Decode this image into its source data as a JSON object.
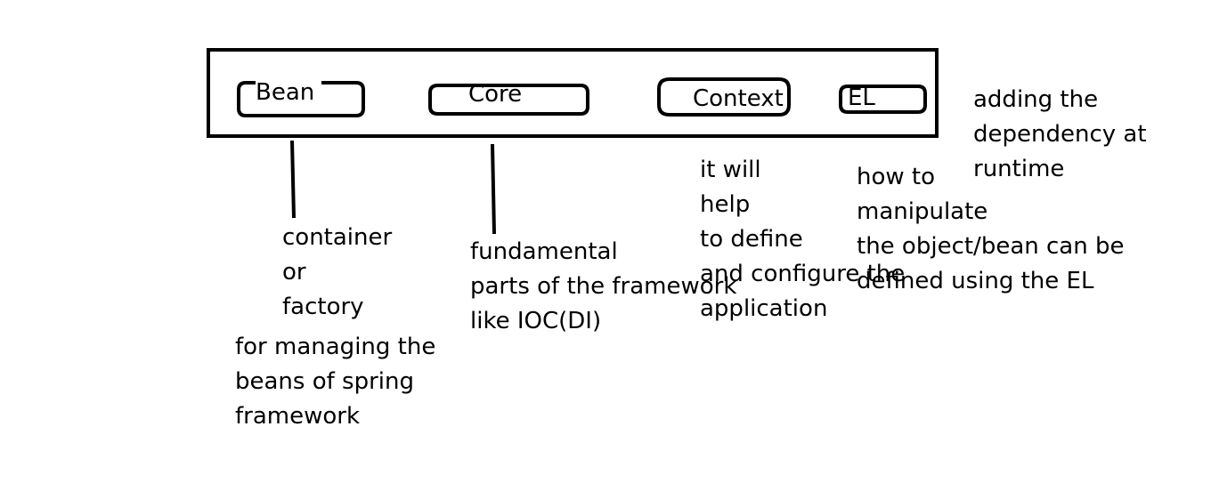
{
  "modules": {
    "bean": "Bean",
    "core": "Core",
    "context": "Context",
    "el": "EL"
  },
  "notes": {
    "bean_container": [
      "container",
      "or",
      "factory"
    ],
    "bean_managing": [
      "for managing the",
      "beans of spring",
      "framework"
    ],
    "core": [
      "fundamental",
      "parts of the framework",
      "like IOC(DI)"
    ],
    "context": [
      "it will",
      "help",
      "to define",
      "and configure the",
      "application"
    ],
    "el": [
      "how to",
      "manipulate",
      "the object/bean can be",
      "defined using the EL"
    ],
    "runtime": [
      "adding the",
      "dependency at",
      "runtime"
    ]
  },
  "colors": {
    "ink": "#000000",
    "background": "#ffffff"
  }
}
